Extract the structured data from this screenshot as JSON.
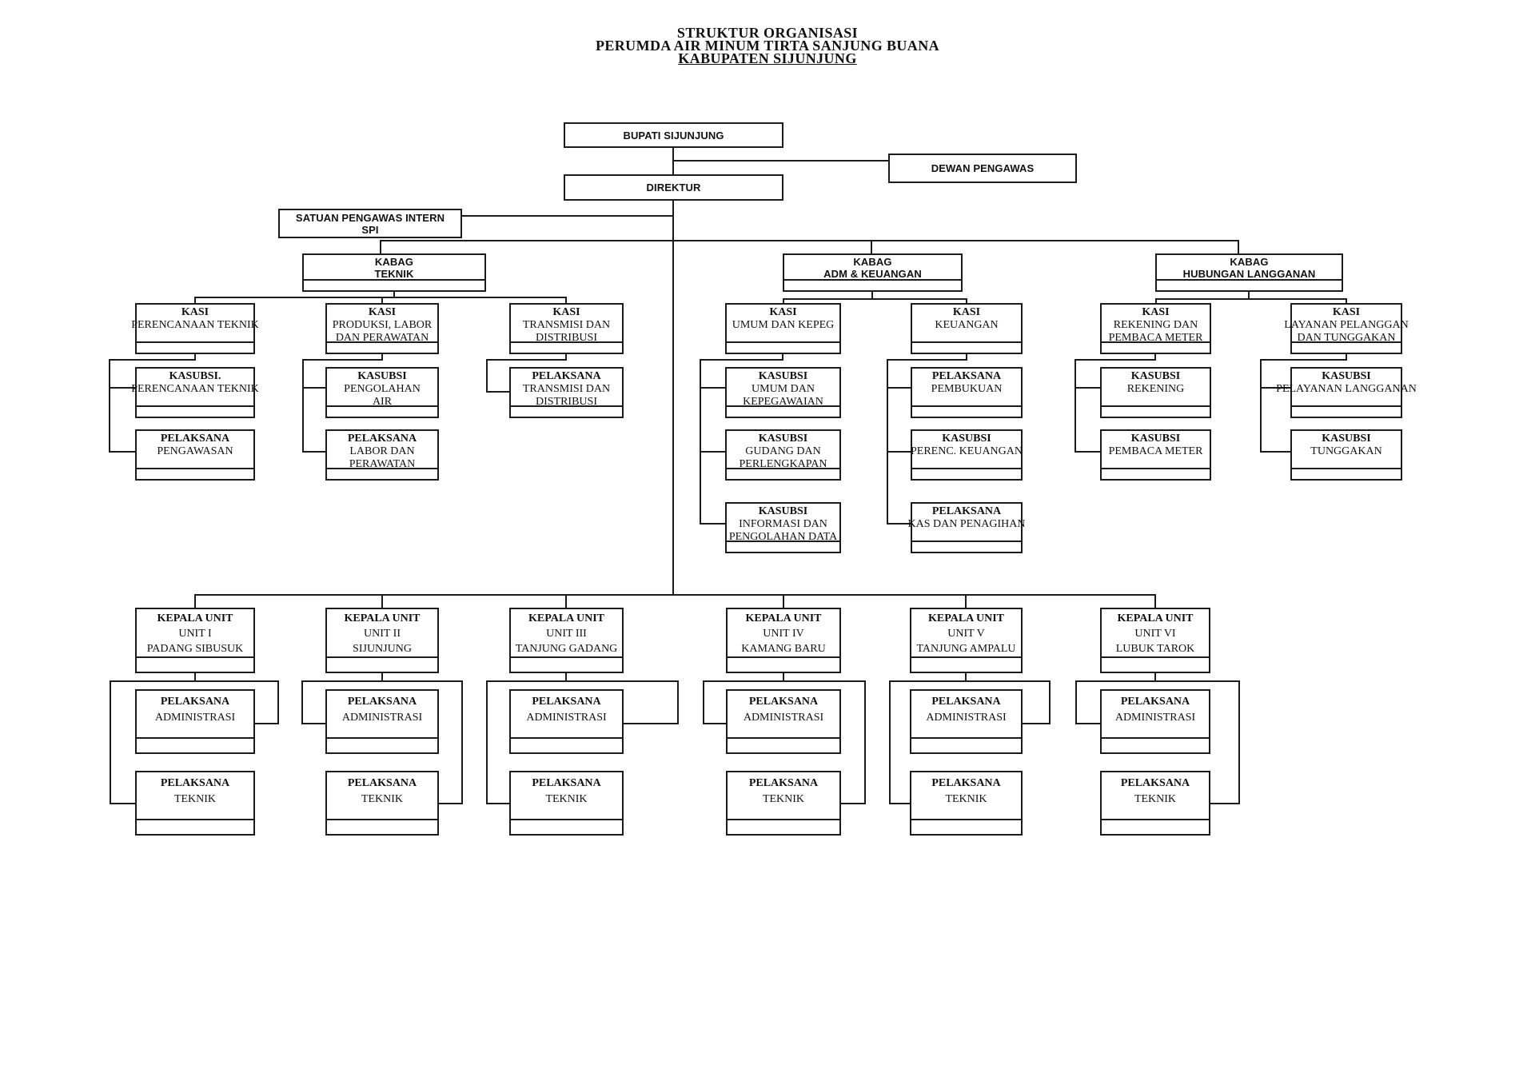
{
  "title": {
    "line1": "STRUKTUR ORGANISASI",
    "line2": "PERUMDA AIR MINUM TIRTA SANJUNG BUANA",
    "line3": "KABUPATEN SIJUNJUNG"
  },
  "colors": {
    "line": "#1b1b1b",
    "background": "#ffffff",
    "text": "#111111"
  },
  "boxes": {
    "bupati": {
      "header": "BUPATI SIJUNJUNG"
    },
    "dewan": {
      "header": "DEWAN PENGAWAS"
    },
    "direktur": {
      "header": "DIREKTUR"
    },
    "spi": {
      "lines": [
        "SATUAN PENGAWAS INTERN",
        "SPI"
      ]
    },
    "kabag_teknik": {
      "lines": [
        "KABAG",
        "TEKNIK"
      ]
    },
    "kabag_adm": {
      "lines": [
        "KABAG",
        "ADM & KEUANGAN"
      ]
    },
    "kabag_hub": {
      "lines": [
        "KABAG",
        "HUBUNGAN LANGGANAN"
      ]
    },
    "kasi_perencanaan": {
      "header": "KASI",
      "lines": [
        "PERENCANAAN TEKNIK"
      ]
    },
    "kasi_produksi": {
      "header": "KASI",
      "lines": [
        "PRODUKSI, LABOR",
        "DAN PERAWATAN"
      ]
    },
    "kasi_transmisi": {
      "header": "KASI",
      "lines": [
        "TRANSMISI DAN",
        "DISTRIBUSI"
      ]
    },
    "kasi_umum": {
      "header": "KASI",
      "lines": [
        "UMUM DAN KEPEG"
      ]
    },
    "kasi_keuangan": {
      "header": "KASI",
      "lines": [
        "KEUANGAN"
      ]
    },
    "kasi_rekening": {
      "header": "KASI",
      "lines": [
        "REKENING DAN",
        "PEMBACA METER"
      ]
    },
    "kasi_layanan": {
      "header": "KASI",
      "lines": [
        "LAYANAN PELANGGAN",
        "DAN TUNGGAKAN"
      ]
    },
    "kasubsi_perencanaan": {
      "header": "KASUBSI.",
      "lines": [
        "PERENCANAAN TEKNIK"
      ]
    },
    "kasubsi_pengolahan": {
      "header": "KASUBSI",
      "lines": [
        "PENGOLAHAN",
        "AIR"
      ]
    },
    "pelaksana_transmisi": {
      "header": "PELAKSANA",
      "lines": [
        "TRANSMISI DAN",
        "DISTRIBUSI"
      ]
    },
    "kasubsi_umum": {
      "header": "KASUBSI",
      "lines": [
        "UMUM DAN",
        "KEPEGAWAIAN"
      ]
    },
    "pelaksana_pembukuan": {
      "header": "PELAKSANA",
      "lines": [
        "PEMBUKUAN"
      ]
    },
    "kasubsi_rekening": {
      "header": "KASUBSI",
      "lines": [
        "REKENING"
      ]
    },
    "kasubsi_pelayanan": {
      "header": "KASUBSI",
      "lines": [
        "PELAYANAN LANGGANAN"
      ]
    },
    "pelaksana_pengawasan": {
      "header": "PELAKSANA",
      "lines": [
        "PENGAWASAN"
      ]
    },
    "pelaksana_labor": {
      "header": "PELAKSANA",
      "lines": [
        "LABOR DAN",
        "PERAWATAN"
      ]
    },
    "kasubsi_gudang": {
      "header": "KASUBSI",
      "lines": [
        "GUDANG DAN",
        "PERLENGKAPAN"
      ]
    },
    "kasubsi_perenc_keuangan": {
      "header": "KASUBSI",
      "lines": [
        "PERENC. KEUANGAN"
      ]
    },
    "kasubsi_pembaca": {
      "header": "KASUBSI",
      "lines": [
        "PEMBACA METER"
      ]
    },
    "kasubsi_tunggakan": {
      "header": "KASUBSI",
      "lines": [
        "TUNGGAKAN"
      ]
    },
    "kasubsi_informasi": {
      "header": "KASUBSI",
      "lines": [
        "INFORMASI DAN",
        "PENGOLAHAN DATA"
      ]
    },
    "pelaksana_kas": {
      "header": "PELAKSANA",
      "lines": [
        "KAS DAN PENAGIHAN"
      ]
    },
    "unit1": {
      "header": "KEPALA UNIT",
      "lines": [
        "UNIT I",
        "PADANG SIBUSUK"
      ]
    },
    "unit2": {
      "header": "KEPALA UNIT",
      "lines": [
        "UNIT II",
        "SIJUNJUNG"
      ]
    },
    "unit3": {
      "header": "KEPALA UNIT",
      "lines": [
        "UNIT III",
        "TANJUNG GADANG"
      ]
    },
    "unit4": {
      "header": "KEPALA UNIT",
      "lines": [
        "UNIT IV",
        "KAMANG BARU"
      ]
    },
    "unit5": {
      "header": "KEPALA UNIT",
      "lines": [
        "UNIT V",
        "TANJUNG AMPALU"
      ]
    },
    "unit6": {
      "header": "KEPALA UNIT",
      "lines": [
        "UNIT VI",
        "LUBUK TAROK"
      ]
    },
    "pel_admin1": {
      "header": "PELAKSANA",
      "lines": [
        "ADMINISTRASI"
      ]
    },
    "pel_admin2": {
      "header": "PELAKSANA",
      "lines": [
        "ADMINISTRASI"
      ]
    },
    "pel_admin3": {
      "header": "PELAKSANA",
      "lines": [
        "ADMINISTRASI"
      ]
    },
    "pel_admin4": {
      "header": "PELAKSANA",
      "lines": [
        "ADMINISTRASI"
      ]
    },
    "pel_admin5": {
      "header": "PELAKSANA",
      "lines": [
        "ADMINISTRASI"
      ]
    },
    "pel_admin6": {
      "header": "PELAKSANA",
      "lines": [
        "ADMINISTRASI"
      ]
    },
    "pel_teknik1": {
      "header": "PELAKSANA",
      "lines": [
        "TEKNIK"
      ]
    },
    "pel_teknik2": {
      "header": "PELAKSANA",
      "lines": [
        "TEKNIK"
      ]
    },
    "pel_teknik3": {
      "header": "PELAKSANA",
      "lines": [
        "TEKNIK"
      ]
    },
    "pel_teknik4": {
      "header": "PELAKSANA",
      "lines": [
        "TEKNIK"
      ]
    },
    "pel_teknik5": {
      "header": "PELAKSANA",
      "lines": [
        "TEKNIK"
      ]
    },
    "pel_teknik6": {
      "header": "PELAKSANA",
      "lines": [
        "TEKNIK"
      ]
    }
  }
}
